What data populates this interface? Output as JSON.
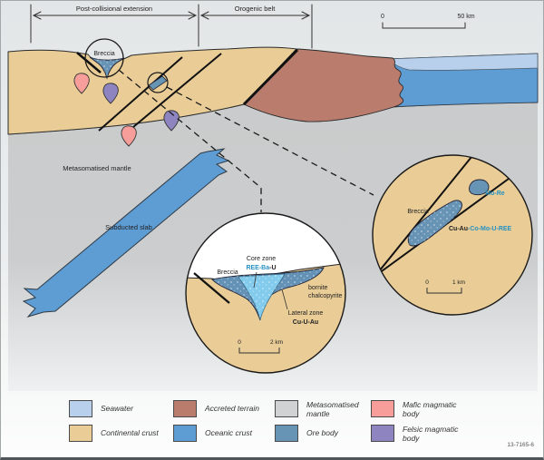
{
  "header": {
    "region_labels": [
      {
        "label": "Post-collisional extension"
      },
      {
        "label": "Orogenic belt"
      }
    ],
    "scalebar": {
      "start": "0",
      "end": "50 km"
    }
  },
  "section": {
    "breccia_label": "Breccia",
    "mantle_label": "Metasomatised mantle",
    "slab_label": "Subducted slab"
  },
  "inset_center": {
    "breccia_label": "Breccia",
    "core_zone_title": "Core zone",
    "core_zone_blue": "REE-Ba",
    "core_zone_dark": "-U",
    "mineral_note_line1": "bornite",
    "mineral_note_line2": "chalcopyrite",
    "lateral_zone_title": "Lateral zone",
    "lateral_zone_minerals": "Cu-U-Au",
    "scalebar": {
      "start": "0",
      "end": "2 km"
    }
  },
  "inset_right": {
    "breccia_label": "Breccia",
    "mo_re": "Mo-Re",
    "minerals_dark": "Cu-Au",
    "minerals_blue": "-Co-Mo-U-REE",
    "scalebar": {
      "start": "0",
      "end": "1 km"
    }
  },
  "legend": {
    "items": [
      {
        "label": "Seawater",
        "color": "#b9d0ec"
      },
      {
        "label": "Continental crust",
        "color": "#e9cc96"
      },
      {
        "label": "Accreted terrain",
        "color": "#b97c6d"
      },
      {
        "label": "Oceanic crust",
        "color": "#5e9cd4"
      },
      {
        "label": "Metasomatised mantle",
        "color": "#d0d2d3"
      },
      {
        "label": "Ore body",
        "color": "#6793b5"
      },
      {
        "label": "Mafic magmatic body",
        "color": "#f79e9a"
      },
      {
        "label": "Felsic magmatic body",
        "color": "#8d84c0"
      }
    ]
  },
  "figure_number": "13-7165-6",
  "colors": {
    "accent_text_blue": "#2792c3",
    "outline": "#2b2b2b"
  }
}
